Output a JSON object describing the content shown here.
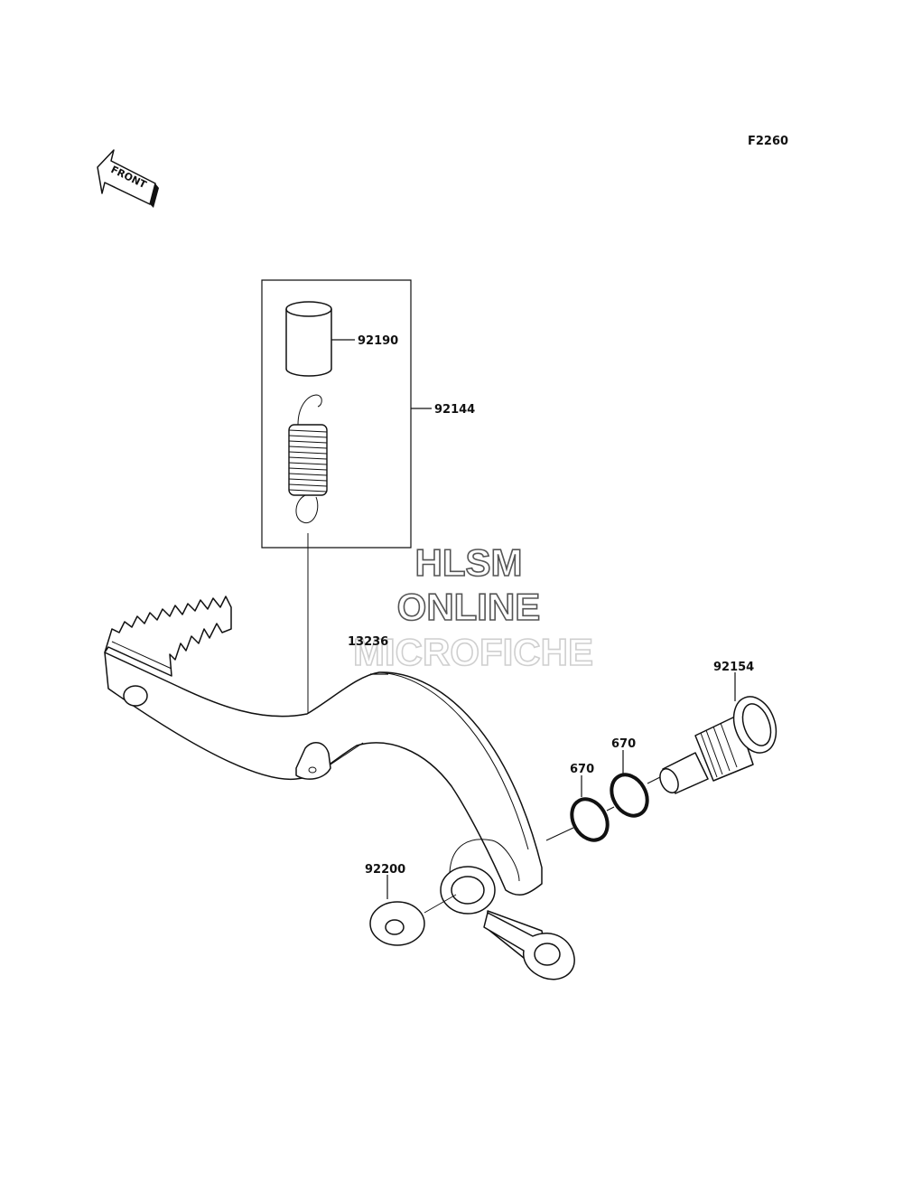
{
  "diagram": {
    "code": "F2260",
    "direction_label": "FRONT",
    "watermark": [
      "HLSM",
      "ONLINE",
      "MICROFICHE"
    ],
    "parts": {
      "p_92190": "92190",
      "p_92144": "92144",
      "p_13236": "13236",
      "p_92154": "92154",
      "p_670_a": "670",
      "p_670_b": "670",
      "p_92200": "92200"
    }
  },
  "colors": {
    "line": "#111111",
    "watermark_outline": "#555555",
    "background": "#ffffff"
  },
  "icons": {
    "front_arrow": "front-arrow-icon"
  }
}
